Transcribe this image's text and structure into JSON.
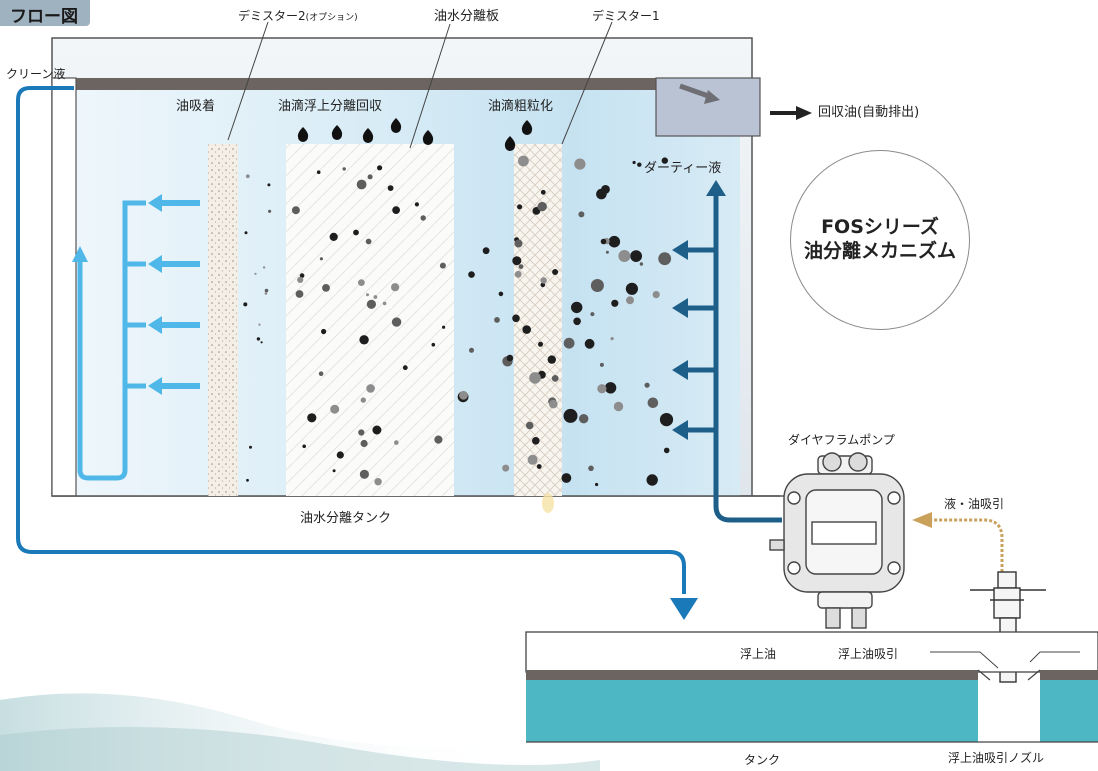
{
  "title": "フロー図",
  "labels": {
    "demister2": "デミスター2",
    "demister2_option": "(オプション)",
    "separator_plate": "油水分離板",
    "demister1": "デミスター1",
    "clean_liquid": "クリーン液",
    "oil_adsorption": "油吸着",
    "droplet_float_recovery": "油滴浮上分離回収",
    "droplet_coarsening": "油滴粗粒化",
    "recovered_oil": "回収油(自動排出)",
    "dirty_liquid": "ダーティー液",
    "diaphragm_pump": "ダイヤフラムポンプ",
    "liquid_oil_suction": "液・油吸引",
    "separation_tank": "油水分離タンク",
    "floating_oil": "浮上油",
    "floating_oil_suction": "浮上油吸引",
    "tank": "タンク",
    "suction_nozzle": "浮上油吸引ノズル"
  },
  "badge": {
    "line1": "FOSシリーズ",
    "line2": "油分離メカニズム"
  },
  "colors": {
    "clean_flow": "#4fb8e8",
    "dirty_flow": "#1e5f8a",
    "main_flow": "#1a79b8",
    "oil_layer": "#6b6460",
    "tank_liquid": "#4db7c4",
    "title_tab": "#9fb2c0"
  }
}
